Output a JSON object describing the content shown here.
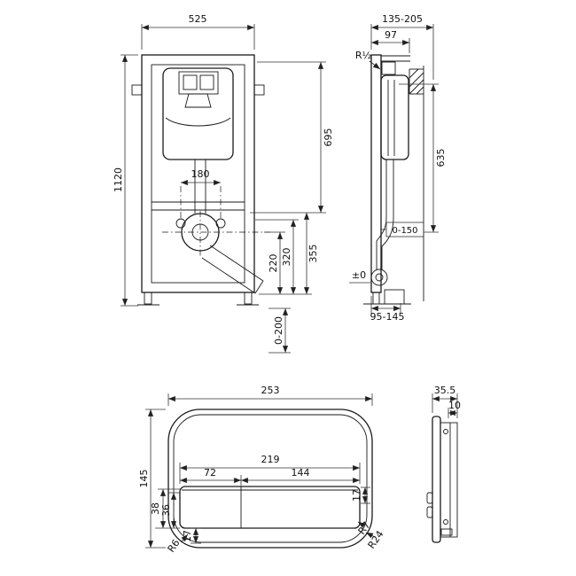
{
  "colors": {
    "ink": "#1a1a1a",
    "background": "#ffffff"
  },
  "frame_front": {
    "width": "525",
    "height": "1120",
    "dim_695": "695",
    "dim_180": "180",
    "dim_355": "355",
    "dim_320": "320",
    "dim_220": "220",
    "dim_0_200": "0-200"
  },
  "frame_side": {
    "depth_range": "135-205",
    "dim_97": "97",
    "water_connection": "R½",
    "dim_635": "635",
    "supply_range": "0-150",
    "floor_level": "±0",
    "foot_range": "95-145"
  },
  "plate_front": {
    "width": "253",
    "height": "145",
    "dim_219": "219",
    "dim_72": "72",
    "dim_144": "144",
    "dim_38": "38",
    "dim_36": "36",
    "dim_17_right": "17",
    "dim_17_bottom": "17",
    "r6": "R6",
    "r7": "R7",
    "r24": "R24"
  },
  "plate_side": {
    "depth": "35.5",
    "frame_depth": "10"
  }
}
